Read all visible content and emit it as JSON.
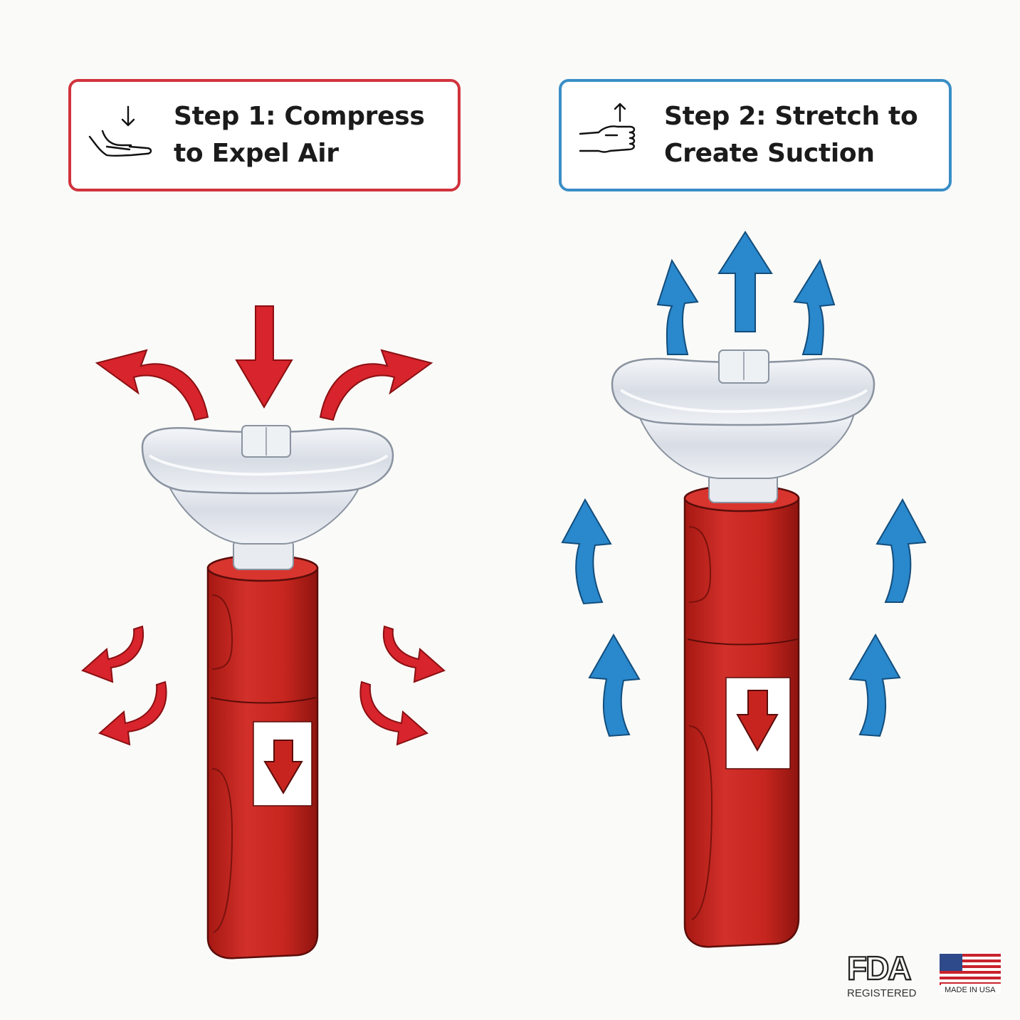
{
  "step1": {
    "line1": "Step 1: Compress",
    "line2": "to Expel Air",
    "color": "#d0333d",
    "icon": "hand-press-down-icon"
  },
  "step2": {
    "line1": "Step 2: Stretch to",
    "line2": "Create Suction",
    "color": "#3a8ec6",
    "icon": "fist-pull-up-icon"
  },
  "device": {
    "body_color": "#c8241f",
    "cup_color": "#e4e8ee",
    "arrow_down_icon": "down-arrow-icon"
  },
  "badges": {
    "fda": {
      "logo": "FDA",
      "caption": "REGISTERED"
    },
    "usa": {
      "caption": "MADE IN USA"
    }
  }
}
